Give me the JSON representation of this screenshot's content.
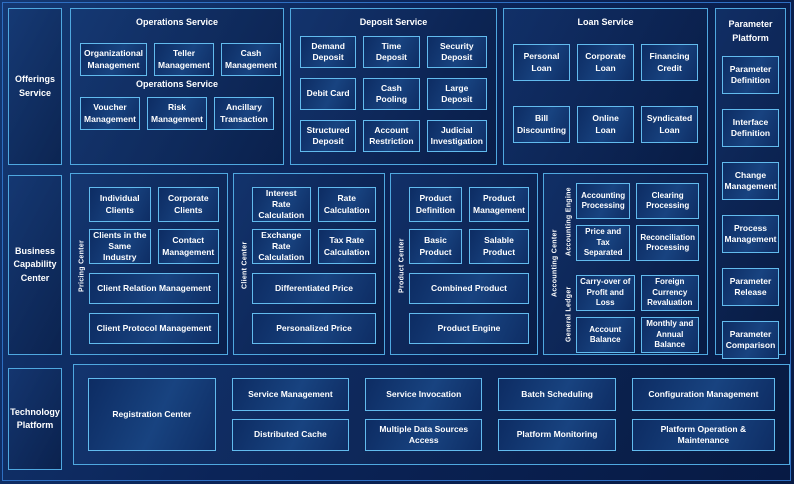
{
  "left_rail": {
    "offerings": "Offerings Service",
    "business": "Business Capability Center",
    "technology": "Technology Platform"
  },
  "operations": {
    "title": "Operations Service",
    "subtitle": "Operations Service",
    "items": [
      "Organizational Management",
      "Teller Management",
      "Cash Management",
      "Voucher Management",
      "Risk Management",
      "Ancillary Transaction"
    ]
  },
  "deposit": {
    "title": "Deposit Service",
    "items": [
      "Demand Deposit",
      "Time Deposit",
      "Security Deposit",
      "Debit Card",
      "Cash Pooling",
      "Large Deposit",
      "Structured Deposit",
      "Account Restriction",
      "Judicial Investigation"
    ]
  },
  "loan": {
    "title": "Loan Service",
    "items": [
      "Personal Loan",
      "Corporate Loan",
      "Financing Credit",
      "Bill Discounting",
      "Online Loan",
      "Syndicated Loan"
    ]
  },
  "parameter": {
    "title": "Parameter Platform",
    "items": [
      "Parameter Definition",
      "Interface Definition",
      "Change Management",
      "Process Management",
      "Parameter Release",
      "Parameter Comparison"
    ]
  },
  "pricing_center": {
    "vertical_label": "Pricing Center",
    "items": [
      "Individual Clients",
      "Corporate Clients",
      "Clients in the Same Industry",
      "Contact Management"
    ],
    "wide_items": [
      "Client Relation Management",
      "Client Protocol Management"
    ]
  },
  "client_center": {
    "vertical_label": "Client Center",
    "items": [
      "Interest Rate Calculation",
      "Rate Calculation",
      "Exchange Rate Calculation",
      "Tax Rate Calculation"
    ],
    "wide_items": [
      "Differentiated Price",
      "Personalized Price"
    ]
  },
  "product_center": {
    "vertical_label": "Product Center",
    "items": [
      "Product Definition",
      "Product Management",
      "Basic Product",
      "Salable Product"
    ],
    "wide_items": [
      "Combined Product",
      "Product Engine"
    ]
  },
  "accounting_center": {
    "vertical_label": "Accounting Center",
    "engine": {
      "vertical_label": "Accounting Engine",
      "items": [
        "Accounting Processing",
        "Clearing Processing",
        "Price and Tax Separated",
        "Reconciliation Processing"
      ]
    },
    "ledger": {
      "vertical_label": "General Ledger",
      "items": [
        "Carry-over of Profit and Loss",
        "Foreign Currency Revaluation",
        "Account Balance",
        "Monthly and Annual Balance"
      ]
    }
  },
  "technology_platform": {
    "registration": "Registration Center",
    "items": [
      "Service Management",
      "Distributed Cache",
      "Service Invocation",
      "Multiple Data Sources Access",
      "Batch Scheduling",
      "Platform Monitoring",
      "Configuration Management",
      "Platform Operation & Maintenance"
    ]
  },
  "colors": {
    "background": "#0b2458",
    "panel_border": "#4fa8e0",
    "box_border": "#62bbee",
    "box_fill": "#12376f",
    "text": "#ffffff"
  }
}
